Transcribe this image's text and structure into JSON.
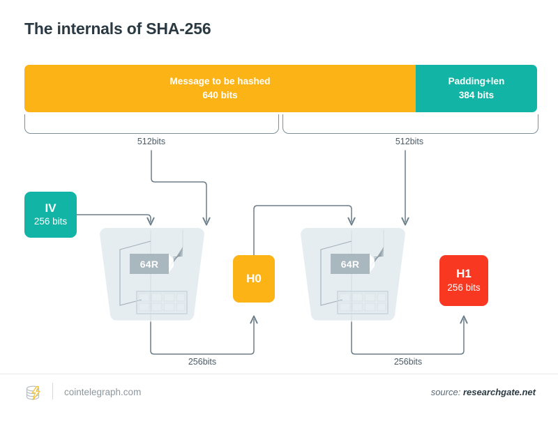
{
  "title": "The internals of SHA-256",
  "bar": {
    "message": {
      "label": "Message to be hashed",
      "size": "640 bits",
      "color": "#FCB315"
    },
    "padding": {
      "label": "Padding+len",
      "size": "384 bits",
      "color": "#12B5A5"
    }
  },
  "brackets": [
    {
      "label": "512bits"
    },
    {
      "label": "512bits"
    }
  ],
  "nodes": {
    "iv": {
      "title": "IV",
      "sub": "256 bits",
      "color": "#12B5A5"
    },
    "h0": {
      "title": "H0",
      "sub": "",
      "color": "#FCB315"
    },
    "h1": {
      "title": "H1",
      "sub": "256 bits",
      "color": "#F93822"
    }
  },
  "blocks": [
    {
      "rounds": "64R"
    },
    {
      "rounds": "64R"
    }
  ],
  "feedback": [
    {
      "label": "256bits"
    },
    {
      "label": "256bits"
    }
  ],
  "footer": {
    "site": "cointelegraph.com",
    "source_prefix": "source: ",
    "source_name": "researchgate.net",
    "logo_icon": "coin-stack-bolt-icon"
  },
  "colors": {
    "ink": "#2b3a42",
    "wire": "#6b7d88",
    "block_fill": "#E6EDF1",
    "grid_stroke": "#C9D6DD",
    "r64_fill": "#A9B7BF"
  }
}
